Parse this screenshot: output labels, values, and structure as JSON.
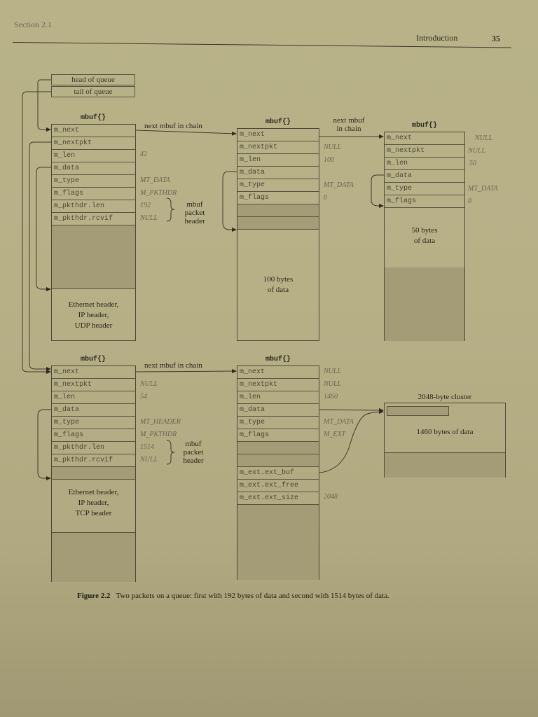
{
  "running_head": {
    "left": "Section 2.1",
    "title": "Introduction",
    "page": "35"
  },
  "queue": {
    "head": "head of queue",
    "tail": "tail of queue"
  },
  "labels": {
    "mbuf": "mbuf{}",
    "next_mbuf_in_chain": "next mbuf in chain",
    "next_mbuf_in_chain_top": "next mbuf",
    "next_mbuf_in_chain_bottom": "in chain",
    "pkt_header_1": "mbuf",
    "pkt_header_2": "packet",
    "pkt_header_3": "header",
    "cluster": "2048-byte cluster"
  },
  "fields": {
    "m_next": "m_next",
    "m_nextpkt": "m_nextpkt",
    "m_len": "m_len",
    "m_data": "m_data",
    "m_type": "m_type",
    "m_flags": "m_flags",
    "m_pkthdr_len": "m_pkthdr.len",
    "m_pkthdr_rcvif": "m_pkthdr.rcvif",
    "m_ext_buf": "m_ext.ext_buf",
    "m_ext_free": "m_ext.ext_free",
    "m_ext_size": "m_ext.ext_size"
  },
  "values": {
    "a1_len": "42",
    "a1_type": "MT_DATA",
    "a1_flags": "M_PKTHDR",
    "a1_pkthdr_len": "192",
    "a1_rcvif": "NULL",
    "a2_nextpkt": "NULL",
    "a2_len": "100",
    "a2_type": "MT_DATA",
    "a2_flags": "0",
    "a3_next": "NULL",
    "a3_nextpkt": "NULL",
    "a3_len": "50",
    "a3_type": "MT_DATA",
    "a3_flags": "0",
    "b1_nextpkt": "NULL",
    "b1_len": "54",
    "b1_type": "MT_HEADER",
    "b1_flags": "M_PKTHDR",
    "b1_pkthdr_len": "1514",
    "b1_rcvif": "NULL",
    "b2_next": "NULL",
    "b2_nextpkt": "NULL",
    "b2_len": "1460",
    "b2_type": "MT_DATA",
    "b2_flags": "M_EXT",
    "b2_ext_size": "2048"
  },
  "data_text": {
    "a1_l1": "Ethernet header,",
    "a1_l2": "IP header,",
    "a1_l3": "UDP header",
    "a2_l1": "100 bytes",
    "a2_l2": "of data",
    "a3_l1": "50 bytes",
    "a3_l2": "of data",
    "b1_l1": "Ethernet header,",
    "b1_l2": "IP header,",
    "b1_l3": "TCP header",
    "cluster_text": "1460 bytes of data"
  },
  "caption": {
    "label": "Figure 2.2",
    "text": "Two packets on a queue: first with 192 bytes of data and second with 1514 bytes of data."
  }
}
